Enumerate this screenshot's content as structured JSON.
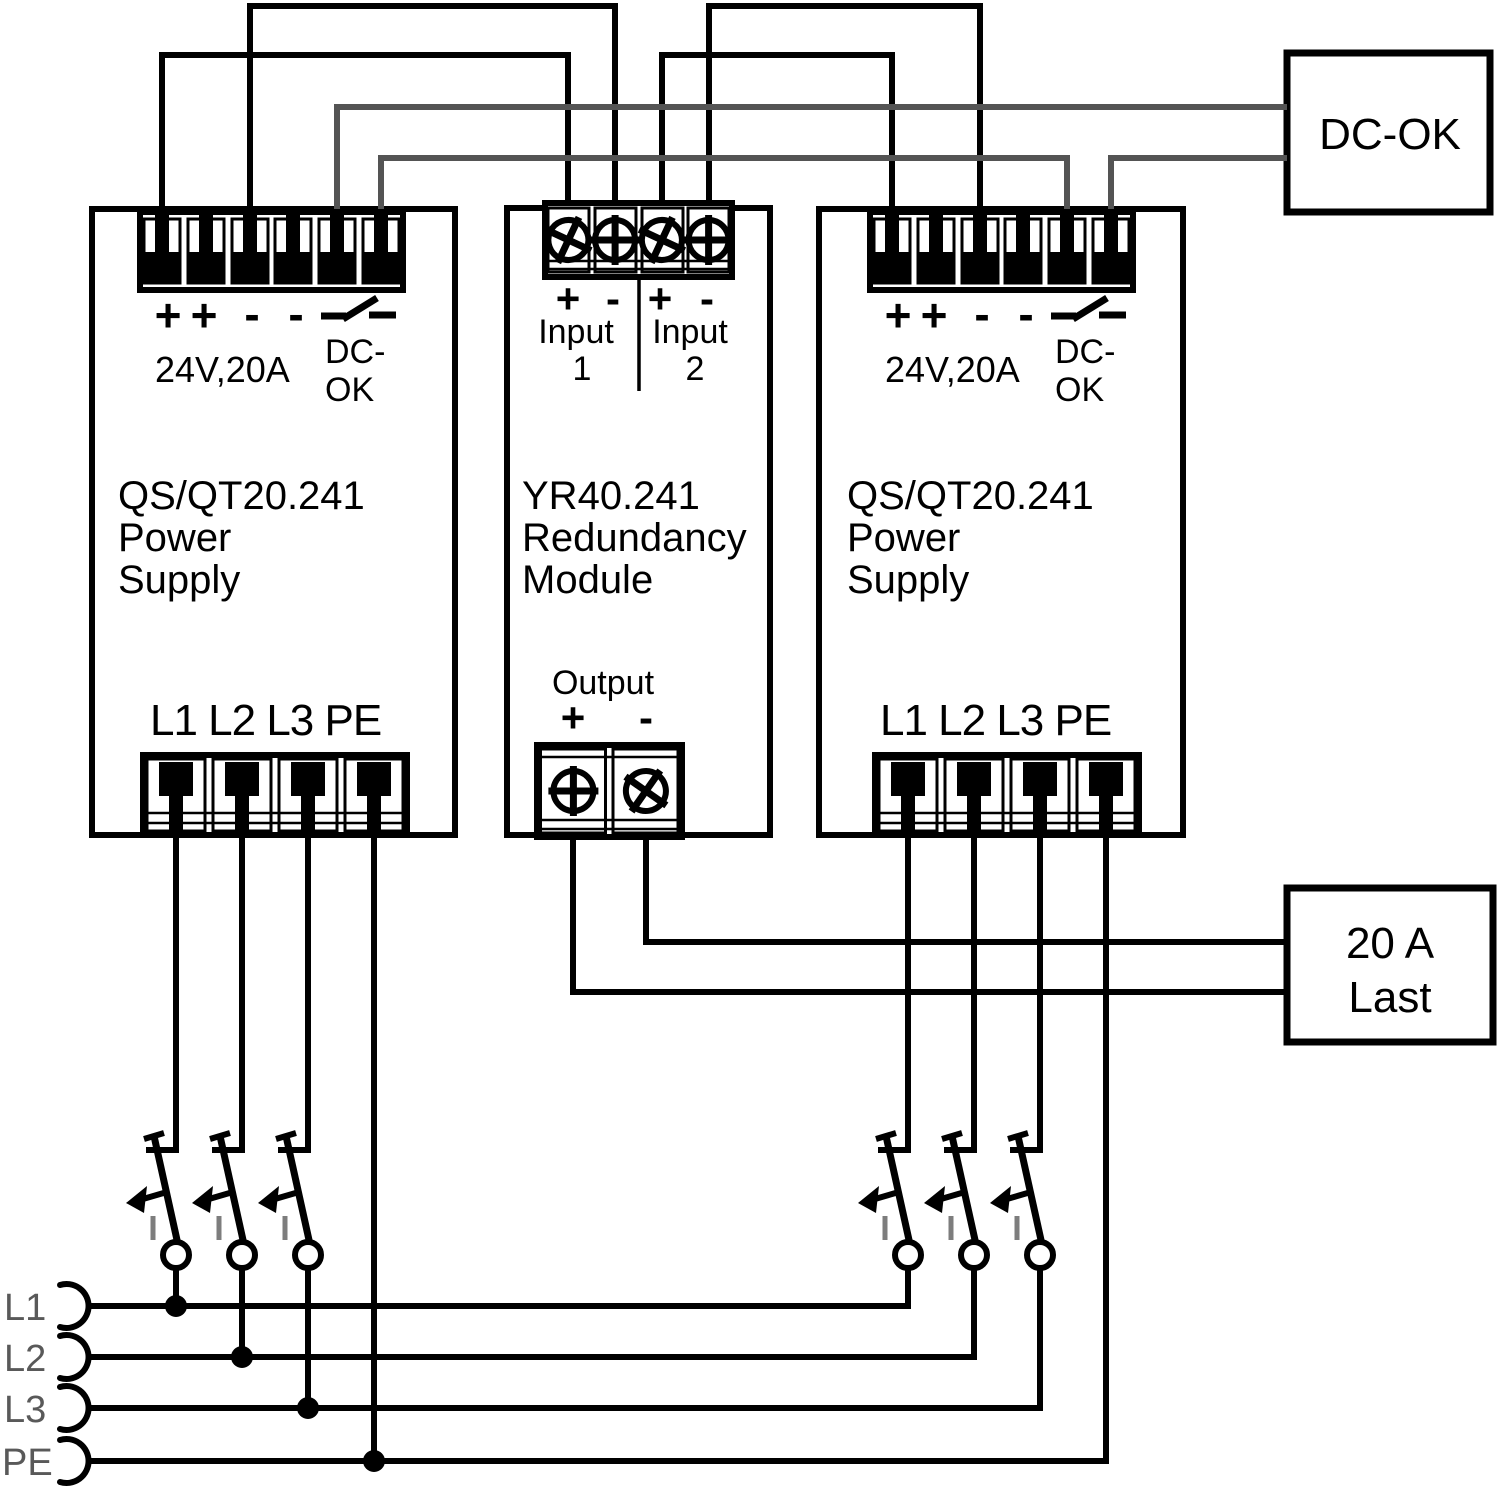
{
  "psu_left": {
    "model": "QS/QT20.241",
    "type_line2": "Power",
    "type_line3": "Supply",
    "plus": "+",
    "minus": "-",
    "output_rating": "24V,20A",
    "dc_ok_line1": "DC-",
    "dc_ok_line2": "OK",
    "ac_terminals": "L1 L2 L3 PE"
  },
  "redundancy_module": {
    "model": "YR40.241",
    "type_line2": "Redundancy",
    "type_line3": "Module",
    "plus": "+",
    "minus": "-",
    "input1_label": "Input",
    "input1_number": "1",
    "input2_label": "Input",
    "input2_number": "2",
    "output_label": "Output"
  },
  "psu_right": {
    "model": "QS/QT20.241",
    "type_line2": "Power",
    "type_line3": "Supply",
    "plus": "+",
    "minus": "-",
    "output_rating": "24V,20A",
    "dc_ok_line1": "DC-",
    "dc_ok_line2": "OK",
    "ac_terminals": "L1 L2 L3 PE"
  },
  "dc_ok_box": {
    "label": "DC-OK"
  },
  "load_box": {
    "line1": "20 A",
    "line2": "Last"
  },
  "bus": {
    "labels": [
      "L1",
      "L2",
      "L3",
      "PE"
    ]
  },
  "colors": {
    "wire_black": "#000000",
    "signal_wire_gray": "#545454",
    "bus_label_gray": "#595959",
    "breaker_tick_gray": "#7d7d7d"
  }
}
